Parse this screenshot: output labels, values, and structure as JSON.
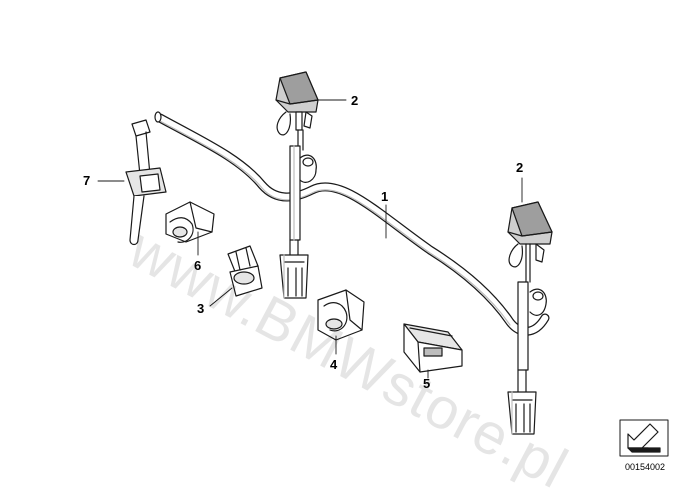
{
  "callouts": {
    "c1": "1",
    "c2a": "2",
    "c2b": "2",
    "c3": "3",
    "c4": "4",
    "c5": "5",
    "c6": "6",
    "c7": "7"
  },
  "watermark": "www.BMWstore.pl",
  "diagram_id": "00154002",
  "icons": {
    "orientation": "arrow-orientation-icon"
  },
  "colors": {
    "line": "#1a1a1a",
    "shade": "#bdbdbd",
    "light": "#e6e6e6"
  }
}
